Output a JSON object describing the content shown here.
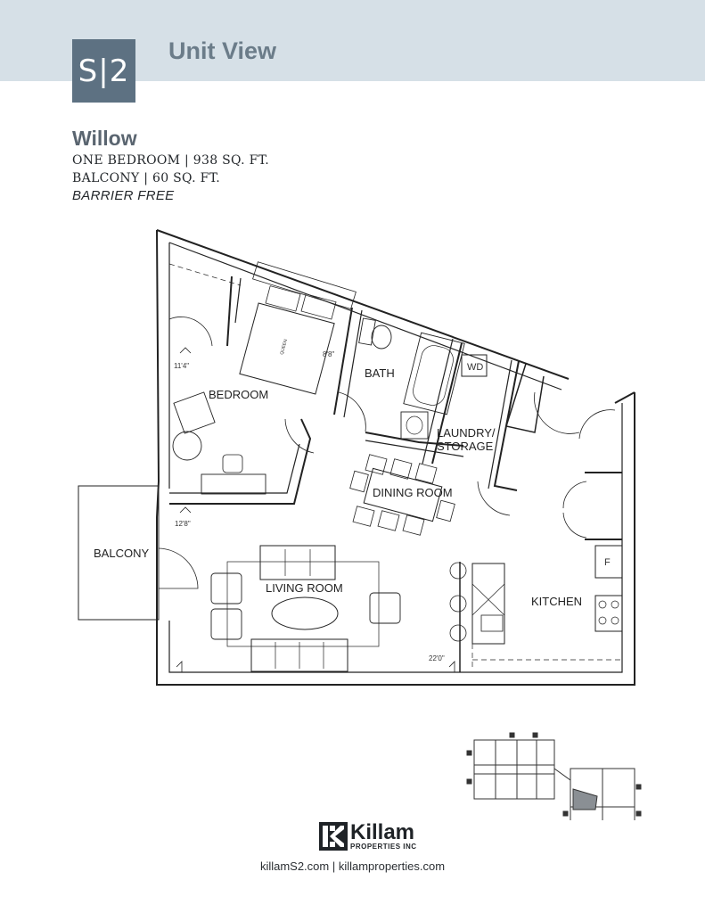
{
  "header": {
    "logo_text": "S|2",
    "title": "Unit View"
  },
  "unit": {
    "name": "Willow",
    "line1": "ONE BEDROOM | 938 SQ. FT.",
    "line2": "BALCONY  | 60 SQ. FT.",
    "line3": "BARRIER FREE"
  },
  "rooms": {
    "bedroom": "BEDROOM",
    "bath": "BATH",
    "laundry_line1": "LAUNDRY/",
    "laundry_line2": "STORAGE",
    "dining": "DINING ROOM",
    "balcony": "BALCONY",
    "living": "LIVING ROOM",
    "kitchen": "KITCHEN",
    "wd": "WD",
    "fridge": "F",
    "queen": "QUEEN"
  },
  "dimensions": {
    "d1": "11'4\"",
    "d2": "8'8\"",
    "d3": "12'8\"",
    "d4": "22'0\""
  },
  "footer": {
    "brand": "Killam",
    "brand_sub": "PROPERTIES INC",
    "links": "killamS2.com  |  killamproperties.com"
  },
  "colors": {
    "header_band": "#d6e0e7",
    "logo_box": "#5d7182",
    "title_text": "#6b7c89",
    "highlight_unit": "#8a8f94"
  }
}
